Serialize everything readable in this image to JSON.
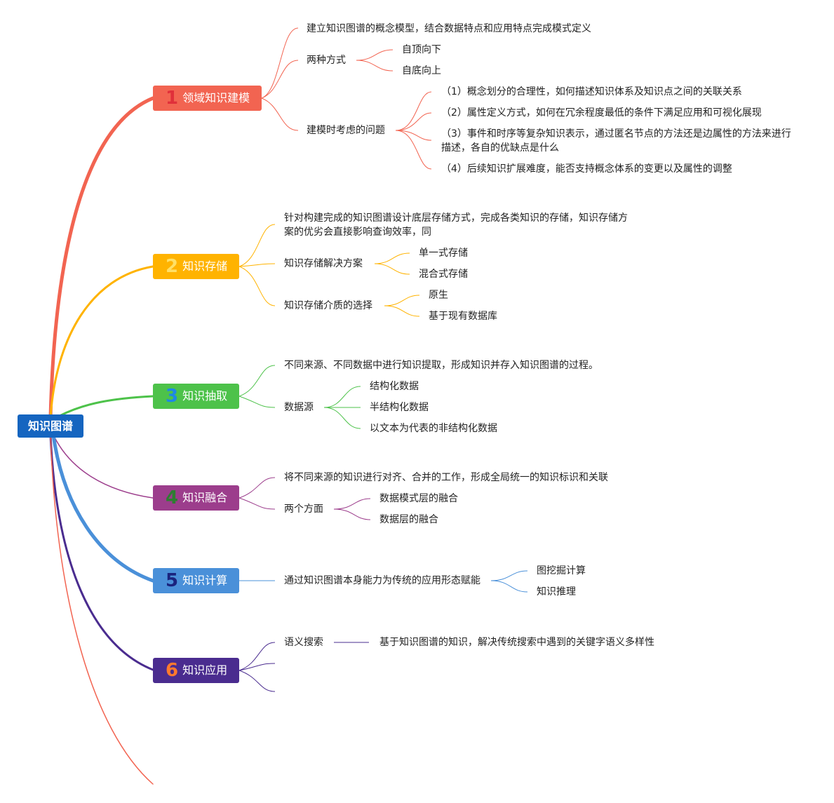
{
  "root": {
    "label": "知识图谱"
  },
  "branches": [
    {
      "num": "1",
      "label": "领域知识建模",
      "color": "#f26451",
      "items": [
        "建立知识图谱的概念模型，结合数据特点和应用特点完成模式定义",
        "两种方式",
        "自顶向下",
        "自底向上",
        "建模时考虑的问题",
        "（1）概念划分的合理性，如何描述知识体系及知识点之间的关联关系",
        "（2）属性定义方式，如何在冗余程度最低的条件下满足应用和可视化展现",
        "（3）事件和时序等复杂知识表示，通过匿名节点的方法还是边属性的方法来进行描述，各自的优缺点是什么",
        "（4）后续知识扩展难度，能否支持概念体系的变更以及属性的调整"
      ]
    },
    {
      "num": "2",
      "label": "知识存储",
      "color": "#ffb300",
      "items": [
        "针对构建完成的知识图谱设计底层存储方式，完成各类知识的存储，知识存储方案的优劣会直接影响查询效率，同",
        "知识存储解决方案",
        "单一式存储",
        "混合式存储",
        "知识存储介质的选择",
        "原生",
        "基于现有数据库"
      ]
    },
    {
      "num": "3",
      "label": "知识抽取",
      "color": "#4dc24a",
      "items": [
        "不同来源、不同数据中进行知识提取，形成知识并存入知识图谱的过程。",
        "数据源",
        "结构化数据",
        "半结构化数据",
        "以文本为代表的非结构化数据"
      ]
    },
    {
      "num": "4",
      "label": "知识融合",
      "color": "#9c3d8c",
      "items": [
        "将不同来源的知识进行对齐、合并的工作，形成全局统一的知识标识和关联",
        "两个方面",
        "数据模式层的融合",
        "数据层的融合"
      ]
    },
    {
      "num": "5",
      "label": "知识计算",
      "color": "#4a90d9",
      "items": [
        "通过知识图谱本身能力为传统的应用形态赋能",
        "图挖掘计算",
        "知识推理"
      ]
    },
    {
      "num": "6",
      "label": "知识应用",
      "color": "#4a2c8f",
      "items": [
        "语义搜索",
        "基于知识图谱的知识，解决传统搜索中遇到的关键字语义多样性"
      ]
    }
  ]
}
